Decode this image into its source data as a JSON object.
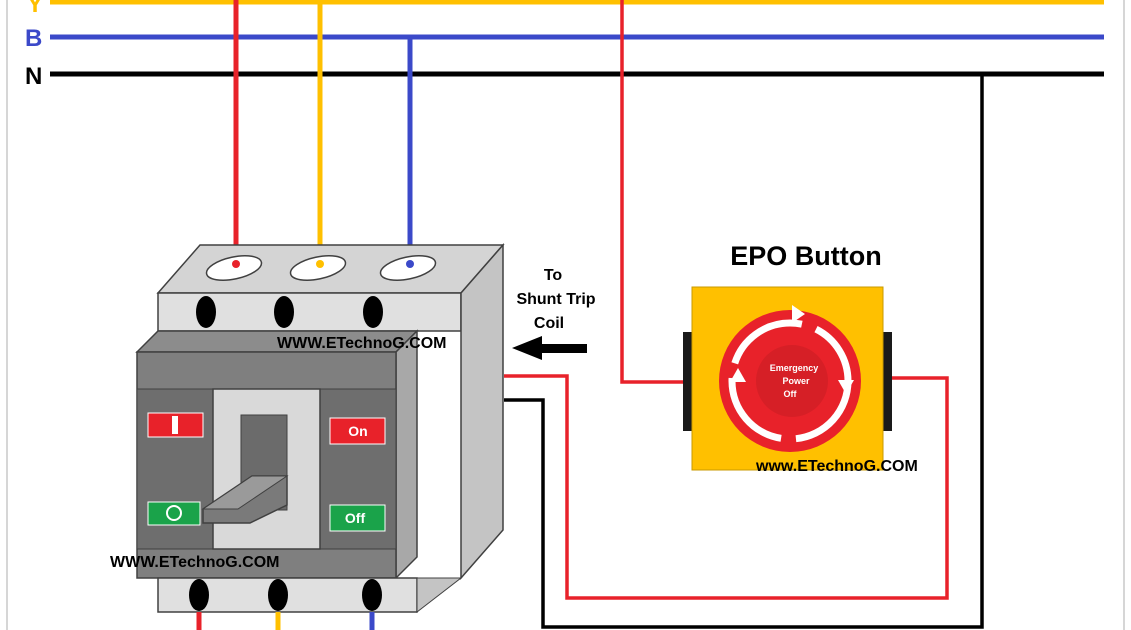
{
  "bus_labels": {
    "y": "Y",
    "b": "B",
    "n": "N"
  },
  "epo_title": "EPO Button",
  "epo_face": {
    "line1": "Emergency",
    "line2": "Power",
    "line3": "Off"
  },
  "shunt_note": {
    "line1": "To",
    "line2": "Shunt Trip",
    "line3": "Coil"
  },
  "breaker": {
    "on_label": "On",
    "off_label": "Off"
  },
  "watermarks": {
    "top": "WWW.ETechnoG.COM",
    "bottom": "WWW.ETechnoG.COM",
    "epo": "www.ETechnoG.COM"
  },
  "colors": {
    "red": "#e8222a",
    "yellow": "#ffc000",
    "blue": "#3b49c9",
    "black": "#000000",
    "breaker_gray": "#7f7f7f",
    "breaker_light": "#d9d9d9",
    "breaker_dark": "#5a5a5a",
    "on_red": "#e8222a",
    "off_green": "#1aa34a",
    "epo_yellow": "#ffc000"
  }
}
